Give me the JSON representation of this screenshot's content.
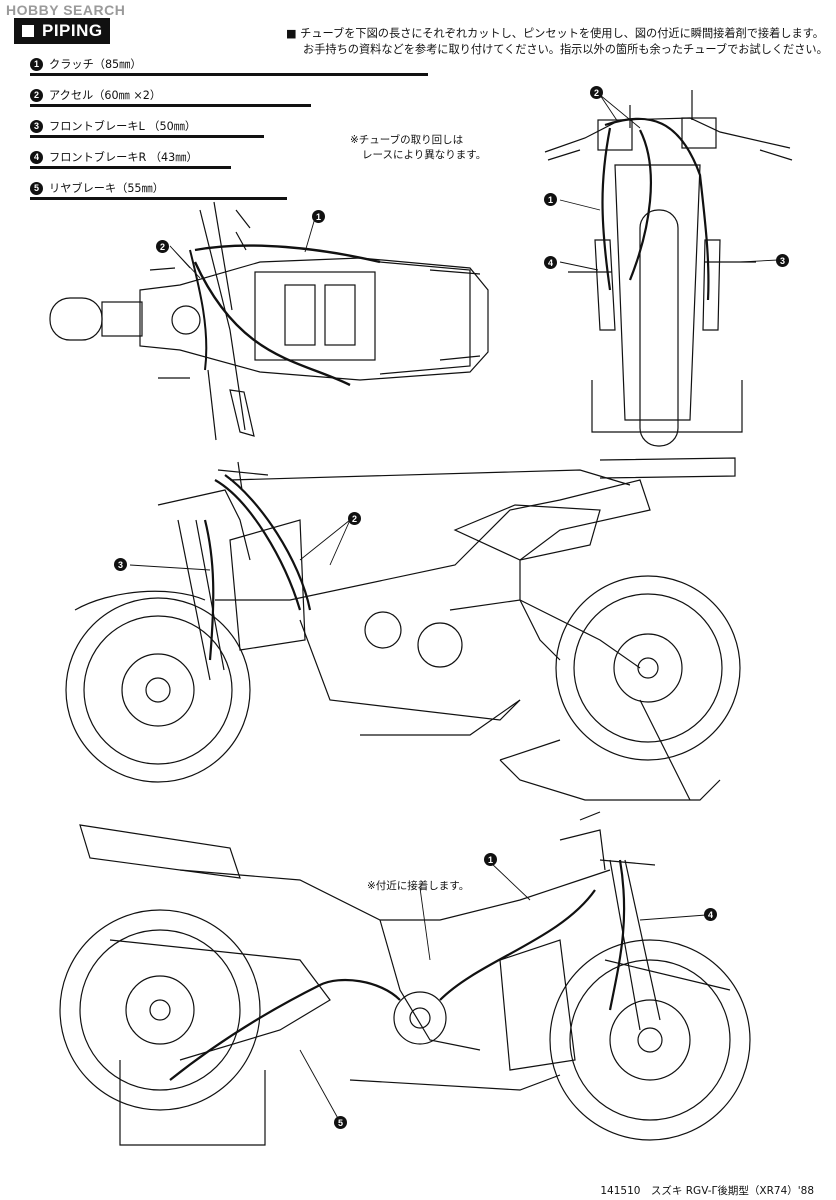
{
  "watermark": "HOBBY SEARCH",
  "section_title": "PIPING",
  "instructions": [
    "チューブを下図の長さにそれぞれカットし、ピンセットを使用し、図の付近に瞬間接着剤で接着します。",
    "お手持ちの資料などを参考に取り付けてください。指示以外の箇所も余ったチューブでお試しください。"
  ],
  "legend": [
    {
      "num": "1",
      "label": "クラッチ（85㎜）",
      "length_mm": 85
    },
    {
      "num": "2",
      "label": "アクセル（60㎜ ×2）",
      "length_mm": 60
    },
    {
      "num": "3",
      "label": "フロントブレーキL （50㎜）",
      "length_mm": 50
    },
    {
      "num": "4",
      "label": "フロントブレーキR （43㎜）",
      "length_mm": 43
    },
    {
      "num": "5",
      "label": "リヤブレーキ（55㎜）",
      "length_mm": 55
    }
  ],
  "route_note": [
    "※チューブの取り回しは",
    "レースにより異なります。"
  ],
  "glue_note": "※付近に接着します。",
  "footer": "141510　スズキ RGV-Γ後期型（XR74）'88",
  "callouts": {
    "top_view": [
      "1",
      "2"
    ],
    "front_view": [
      "2",
      "1",
      "4",
      "3"
    ],
    "right_side": [
      "2",
      "3"
    ],
    "left_side": [
      "1",
      "4",
      "5"
    ]
  },
  "colors": {
    "ink": "#111111",
    "watermark": "#9a9a9a",
    "paper": "#ffffff"
  }
}
